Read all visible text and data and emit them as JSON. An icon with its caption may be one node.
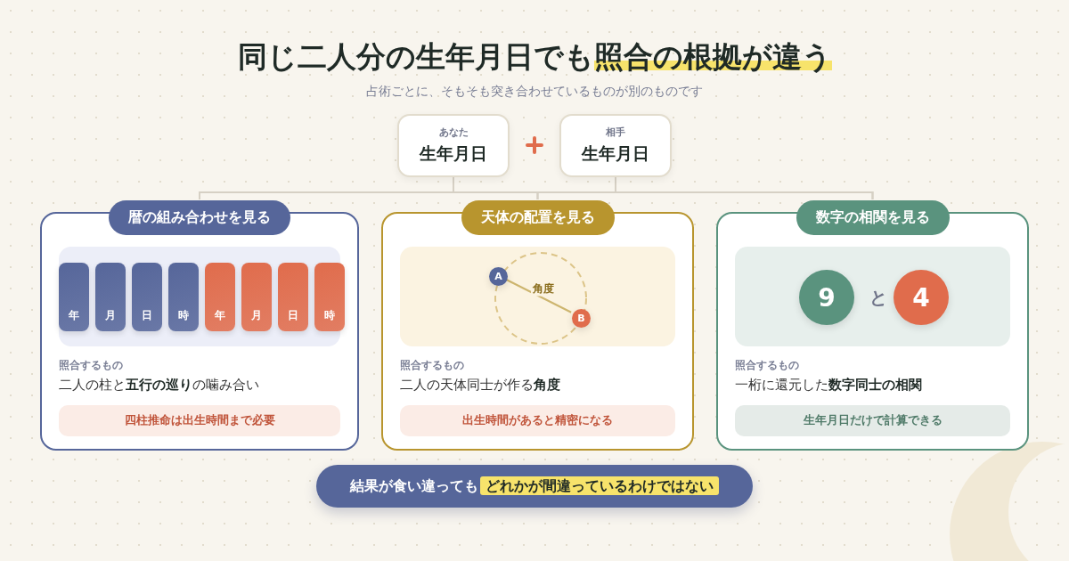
{
  "diagram": {
    "title": "同じ二人分の生年月日でも**照合の根拠が違う**",
    "nodes": [
      {
        "text": [
          "あなた",
          "生年月日"
        ]
      },
      {
        "text": [
          "相手",
          "生年月日"
        ]
      },
      {
        "text": [
          "暦の組み合わせを見る",
          "照合するもの",
          "二人の柱と**五行の巡り**の噛み合い",
          "四柱推命は出生時間まで必要"
        ]
      },
      {
        "text": [
          "年"
        ],
        "in": 2
      },
      {
        "text": [
          "月"
        ],
        "in": 2
      },
      {
        "text": [
          "日"
        ],
        "in": 2
      },
      {
        "text": [
          "時"
        ],
        "in": 2
      },
      {
        "text": [
          "年"
        ],
        "in": 2
      },
      {
        "text": [
          "月"
        ],
        "in": 2
      },
      {
        "text": [
          "日"
        ],
        "in": 2
      },
      {
        "text": [
          "時"
        ],
        "in": 2
      },
      {
        "text": [
          "天体の配置を見る",
          "照合するもの",
          "二人の天体同士が作る**角度**",
          "出生時間があると精密になる"
        ]
      },
      {
        "text": [
          "A"
        ],
        "in": 11
      },
      {
        "text": [
          "B"
        ],
        "in": 11
      },
      {
        "text": [
          "数字の相関を見る",
          "照合するもの",
          "一桁に還元した**数字同士の相関**",
          "生年月日だけで計算できる"
        ]
      },
      {
        "text": [
          "9"
        ],
        "in": 14
      },
      {
        "text": [
          "4"
        ],
        "in": 14
      },
      {
        "text": [
          "結果が食い違っても**どれかが間違っているわけではない**"
        ]
      }
    ],
    "edges": [
      {
        "from": 0,
        "to": 2,
        "arrow": "none"
      },
      {
        "from": 0,
        "to": 11,
        "arrow": "none"
      },
      {
        "from": 0,
        "to": 14,
        "arrow": "none"
      },
      {
        "from": 1,
        "to": 2,
        "arrow": "none"
      },
      {
        "from": 1,
        "to": 11,
        "arrow": "none"
      },
      {
        "from": 1,
        "to": 14,
        "arrow": "none"
      },
      {
        "from": 12,
        "to": 13,
        "arrow": "none",
        "label": "角度",
        "color": "#cdb56e"
      }
    ],
    "labels": [
      "占術ごとに、そもそも突き合わせているものが別のものです",
      "と"
    ]
  }
}
